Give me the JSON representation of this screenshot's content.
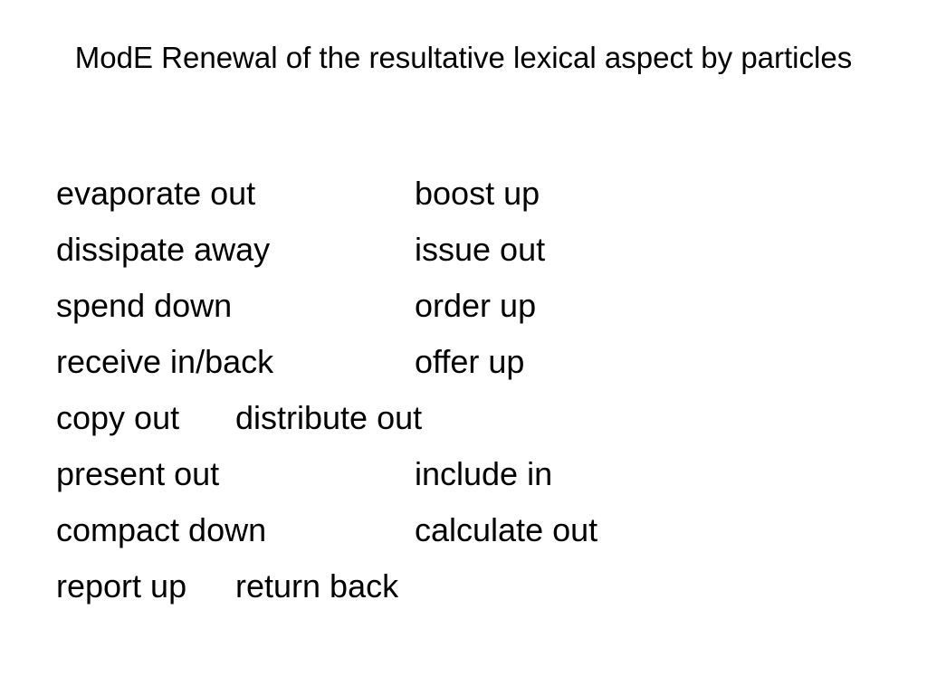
{
  "slide": {
    "title": "ModE Renewal of the resultative lexical aspect by particles",
    "rows": [
      {
        "left": "evaporate out",
        "right": "boost up",
        "tab": "wide"
      },
      {
        "left": "dissipate away",
        "right": "issue out",
        "tab": "wide"
      },
      {
        "left": "spend down",
        "right": "order up",
        "tab": "wide"
      },
      {
        "left": "receive in/back",
        "right": "offer up",
        "tab": "wide"
      },
      {
        "left": "copy out",
        "right": "distribute out",
        "tab": "narrow"
      },
      {
        "left": "present out",
        "right": "include in",
        "tab": "wide"
      },
      {
        "left": "compact down",
        "right": "calculate out",
        "tab": "wide"
      },
      {
        "left": "report up",
        "right": "return back",
        "tab": "narrow"
      }
    ]
  }
}
